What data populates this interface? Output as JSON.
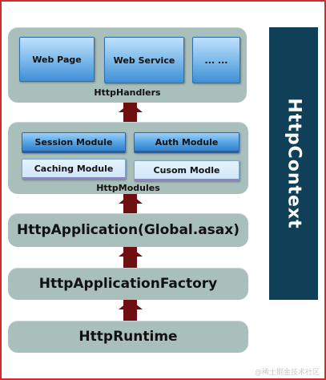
{
  "handlers": {
    "label": "HttpHandlers",
    "items": [
      "Web Page",
      "Web Service",
      "... ..."
    ]
  },
  "modules": {
    "label": "HttpModules",
    "items": [
      "Session Module",
      "Auth Module",
      "Caching Module",
      "Cusom Modle"
    ]
  },
  "pipeline": {
    "application": "HttpApplication(Global.asax)",
    "factory": "HttpApplicationFactory",
    "runtime": "HttpRuntime"
  },
  "context": "HttpContext",
  "watermark": "@稀土掘金技术社区",
  "colors": {
    "frame_border": "#d42a2a",
    "panel": "#a9bfbc",
    "arrow": "#6e0f12",
    "context_bg": "#0f4057",
    "context_text": "#ffffff"
  }
}
